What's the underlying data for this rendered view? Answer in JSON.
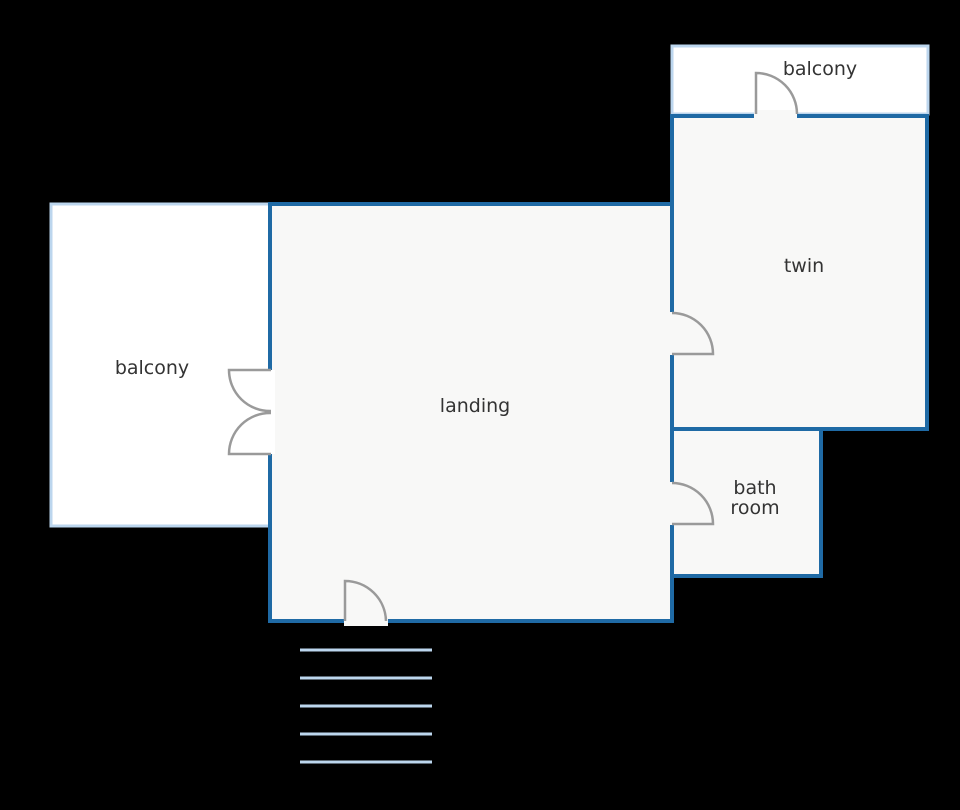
{
  "colors": {
    "background": "#000000",
    "interior_wall": "#1f6aa5",
    "exterior_wall": "#bcd6ee",
    "interior_fill": "#f8f8f7",
    "exterior_fill": "#ffffff",
    "door": "#9a9a9a",
    "stairs": "#bcd6ee",
    "label": "#333333"
  },
  "rooms": {
    "balcony_top": {
      "label": "balcony"
    },
    "twin": {
      "label": "twin"
    },
    "balcony_left": {
      "label": "balcony"
    },
    "landing": {
      "label": "landing"
    },
    "bathroom": {
      "label_line1": "bath",
      "label_line2": "room"
    }
  },
  "stairs": {
    "step_count": 5
  },
  "doors": [
    "balcony-door-top",
    "twin-door",
    "balcony-french-door",
    "bathroom-door",
    "entrance-door"
  ]
}
